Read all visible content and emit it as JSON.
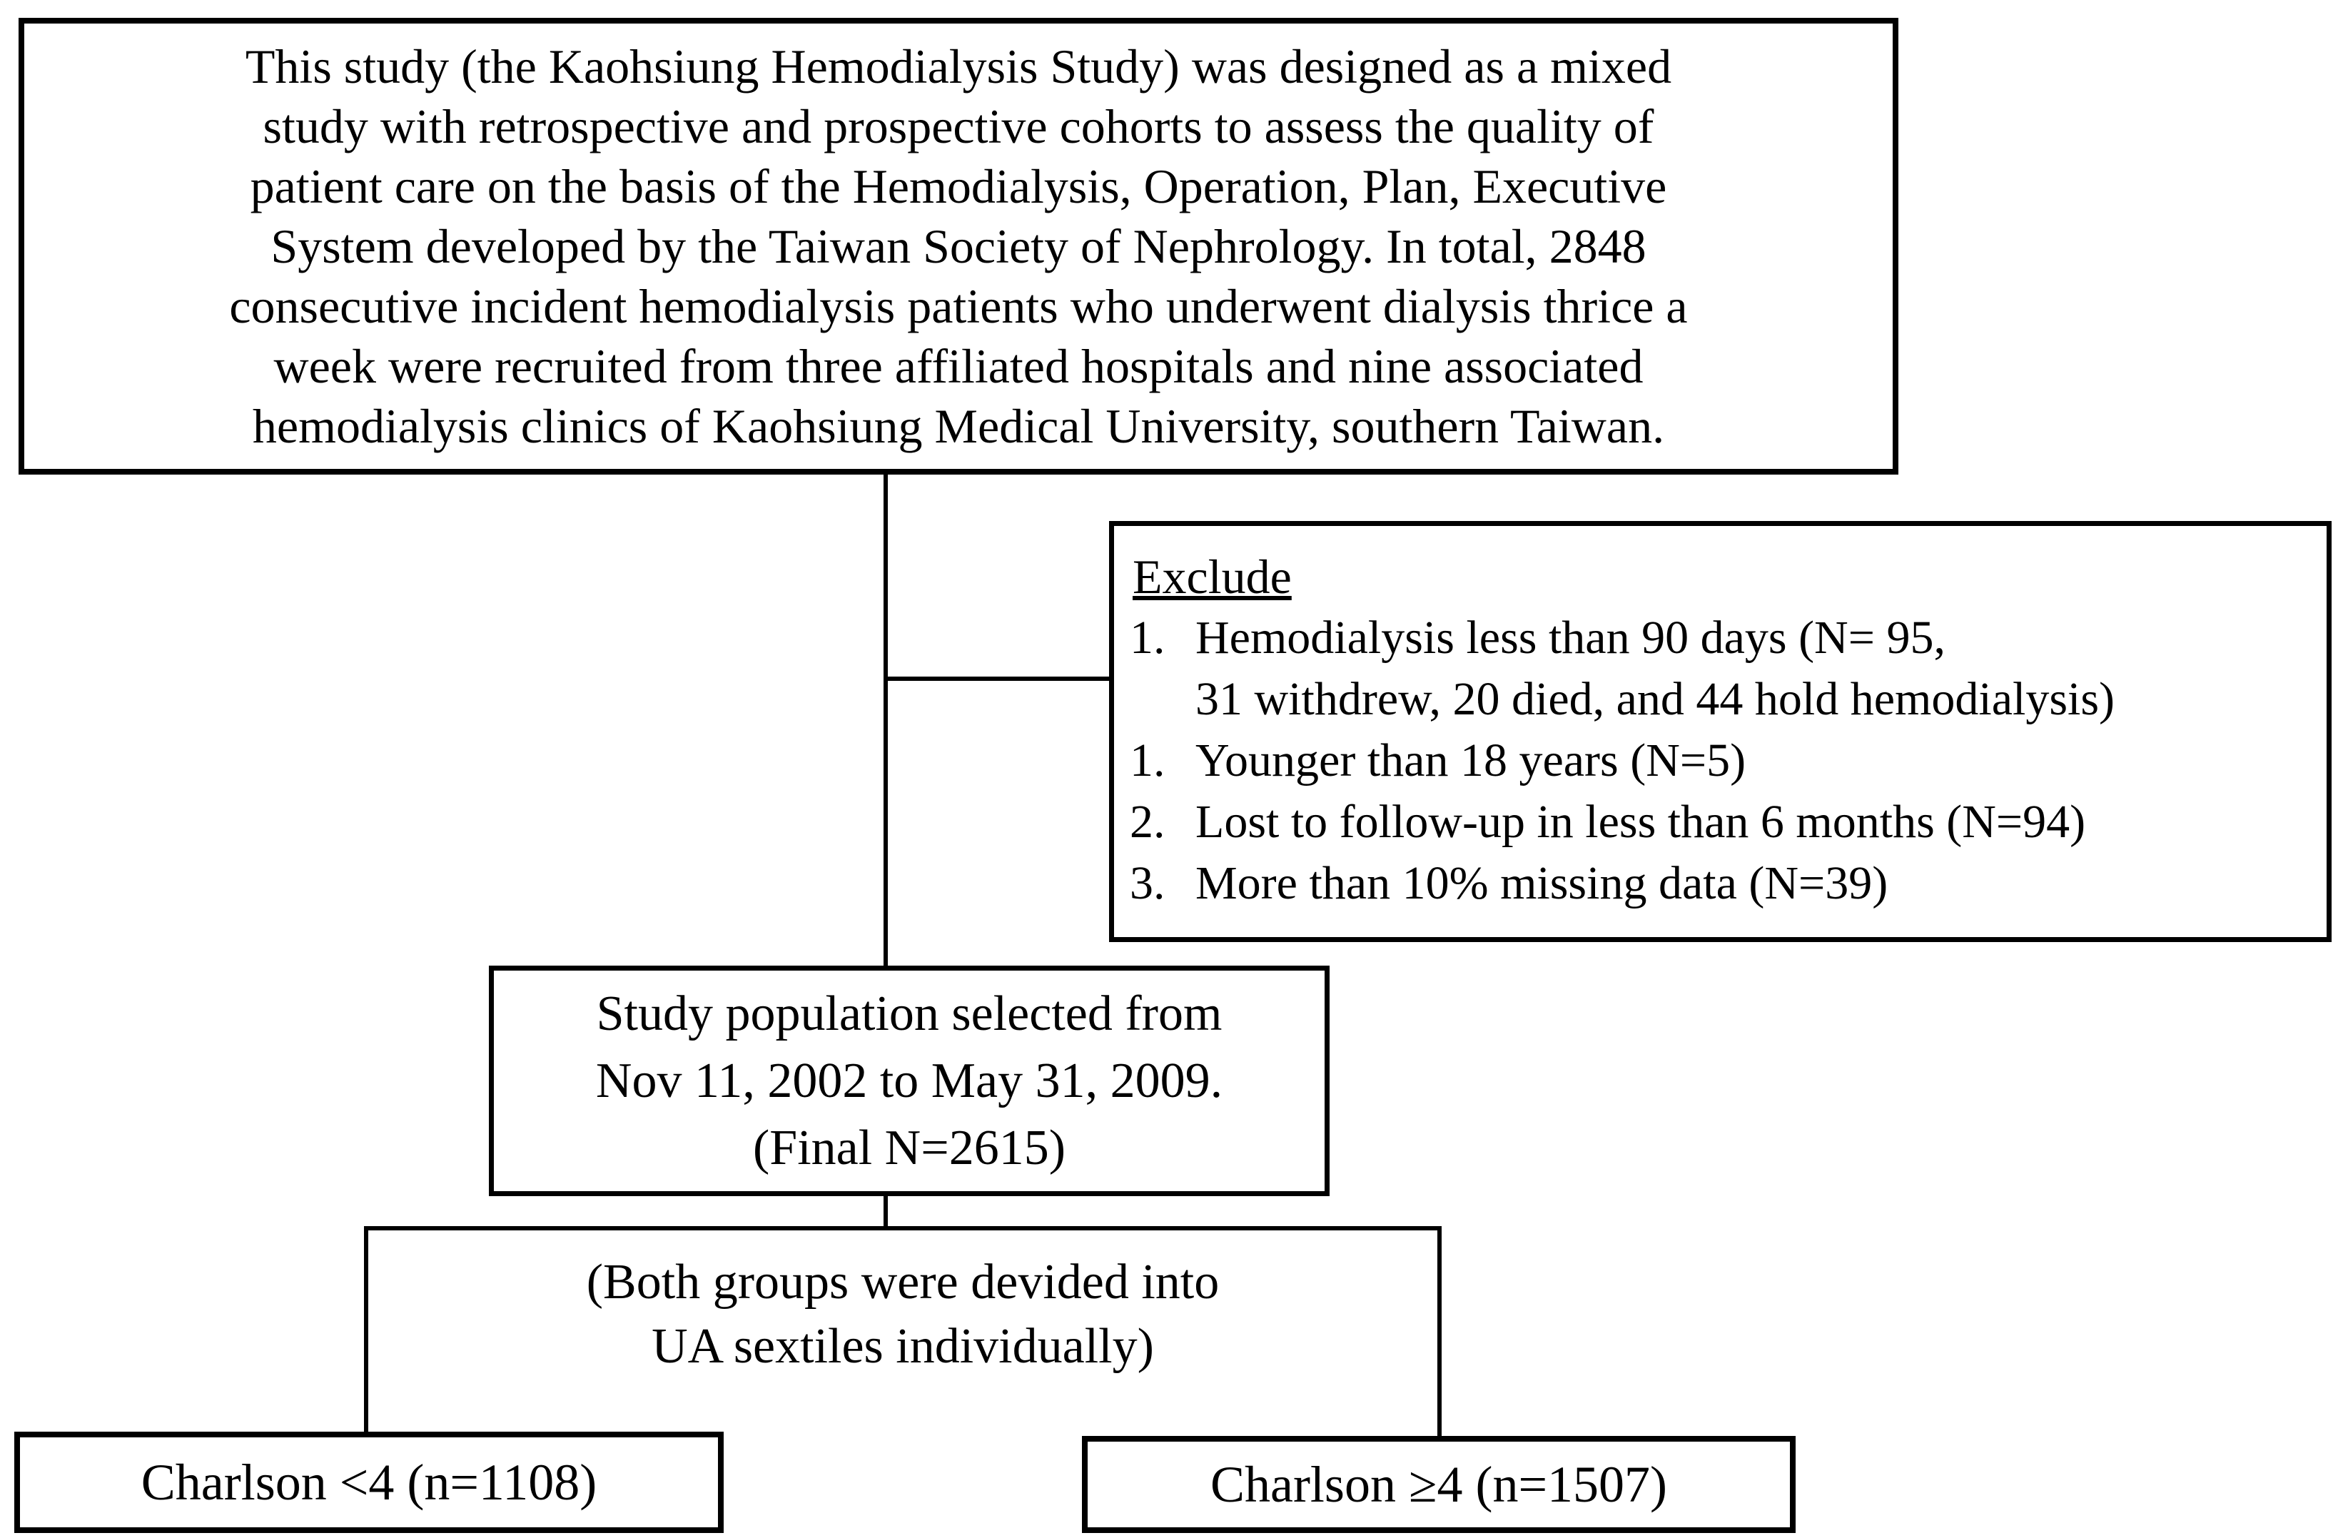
{
  "colors": {
    "line": "#000000",
    "background": "#ffffff",
    "text": "#000000"
  },
  "figure": {
    "intro_box": {
      "lines": [
        "This study (the Kaohsiung Hemodialysis Study) was designed as a mixed",
        "study with retrospective and prospective cohorts to assess the quality of",
        "patient care on the basis of the Hemodialysis, Operation, Plan, Executive",
        "System developed by the Taiwan Society of Nephrology. In total, 2848",
        "consecutive incident hemodialysis patients who underwent dialysis thrice a",
        "week were recruited from three affiliated hospitals and nine associated",
        "hemodialysis clinics of Kaohsiung Medical University, southern Taiwan."
      ]
    },
    "exclude_box": {
      "title": "Exclude",
      "items": [
        {
          "num": "1.",
          "line1": "Hemodialysis less than 90 days (N= 95,",
          "line2": "31 withdrew, 20 died, and 44 hold hemodialysis)"
        },
        {
          "num": "1.",
          "line1": "Younger than 18 years (N=5)"
        },
        {
          "num": "2.",
          "line1": "Lost to follow-up in less than 6 months (N=94)"
        },
        {
          "num": "3.",
          "line1": "More than 10% missing data (N=39)"
        }
      ]
    },
    "study_box": {
      "lines": [
        "Study population selected from",
        "Nov 11, 2002 to May 31, 2009.",
        "(Final N=2615)"
      ]
    },
    "split_note": {
      "lines": [
        "(Both groups were devided into",
        "UA sextiles individually)"
      ]
    },
    "charlson_low": {
      "label": "Charlson <4 (n=1108)"
    },
    "charlson_high": {
      "label": "Charlson ≥4 (n=1507)"
    }
  }
}
